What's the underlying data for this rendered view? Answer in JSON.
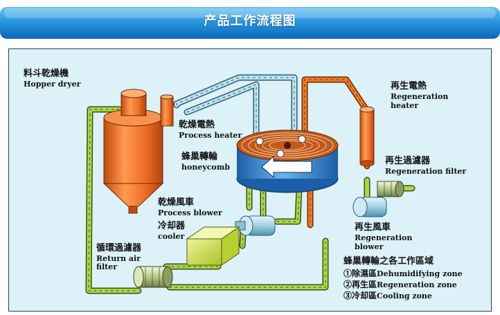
{
  "title": "产品工作流程图",
  "labels": {
    "hopper_dryer": {
      "zh": "料斗乾燥機",
      "en": "Hopper dryer"
    },
    "process_heater": {
      "zh": "乾燥電熱",
      "en": "Process heater"
    },
    "honeycomb": {
      "zh": "蜂巢轉輪",
      "en": "honeycomb"
    },
    "process_blower": {
      "zh": "乾燥風車",
      "en": "Process blower"
    },
    "cooler": {
      "zh": "冷却器",
      "en": "cooler"
    },
    "return_air_filter": {
      "zh": "循環過濾器",
      "en1": "Return air",
      "en2": "filter"
    },
    "regeneration_heater": {
      "zh": "再生電熱",
      "en1": "Regeneration",
      "en2": "heater"
    },
    "regeneration_filter": {
      "zh": "再生過濾器",
      "en": "Regeneration filter"
    },
    "regeneration_blower": {
      "zh": "再生風車",
      "en1": "Regeneration",
      "en2": "blower"
    }
  },
  "zones": {
    "heading": "蜂巢轉輪之各工作區域",
    "items": [
      {
        "num": "①",
        "zh": "除濕區",
        "en": "Dehumidifying zone"
      },
      {
        "num": "②",
        "zh": "再生區",
        "en": "Regeneration zone"
      },
      {
        "num": "③",
        "zh": "冷却區",
        "en": "Cooling zone"
      }
    ]
  },
  "colors": {
    "banner_top": "#3aa6e8",
    "banner_bottom": "#0c6fc2",
    "panel_bg": "#dcf1f8",
    "process_duct": "#a8d84a",
    "hot_duct": "#f07a22",
    "cool_duct": "#bfe3f2",
    "vessel": "#ee7a33",
    "wheel": "#3c8ed4",
    "cooler_box": "#d4e84a"
  }
}
